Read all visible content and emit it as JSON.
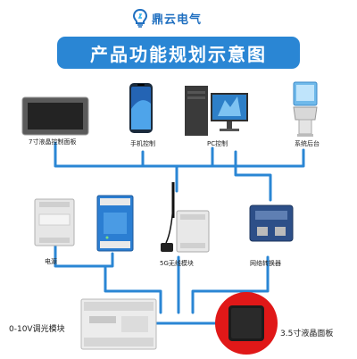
{
  "brand": {
    "name": "鼎云电气"
  },
  "title": "产品功能规划示意图",
  "colors": {
    "wire": "#2a86d4",
    "title_bg": "#2a86d4",
    "accent_red": "#e01818"
  },
  "devices": {
    "lcd7": "7寸液晶控制面板",
    "phone": "手机控制",
    "pc": "PC控制",
    "backend": "系统后台",
    "power": "电源",
    "wireless": "5G无线模块",
    "gateway": "网络转换器",
    "dimmer": "0-10V调光模块",
    "lcd35": "3.5寸液晶面板"
  }
}
